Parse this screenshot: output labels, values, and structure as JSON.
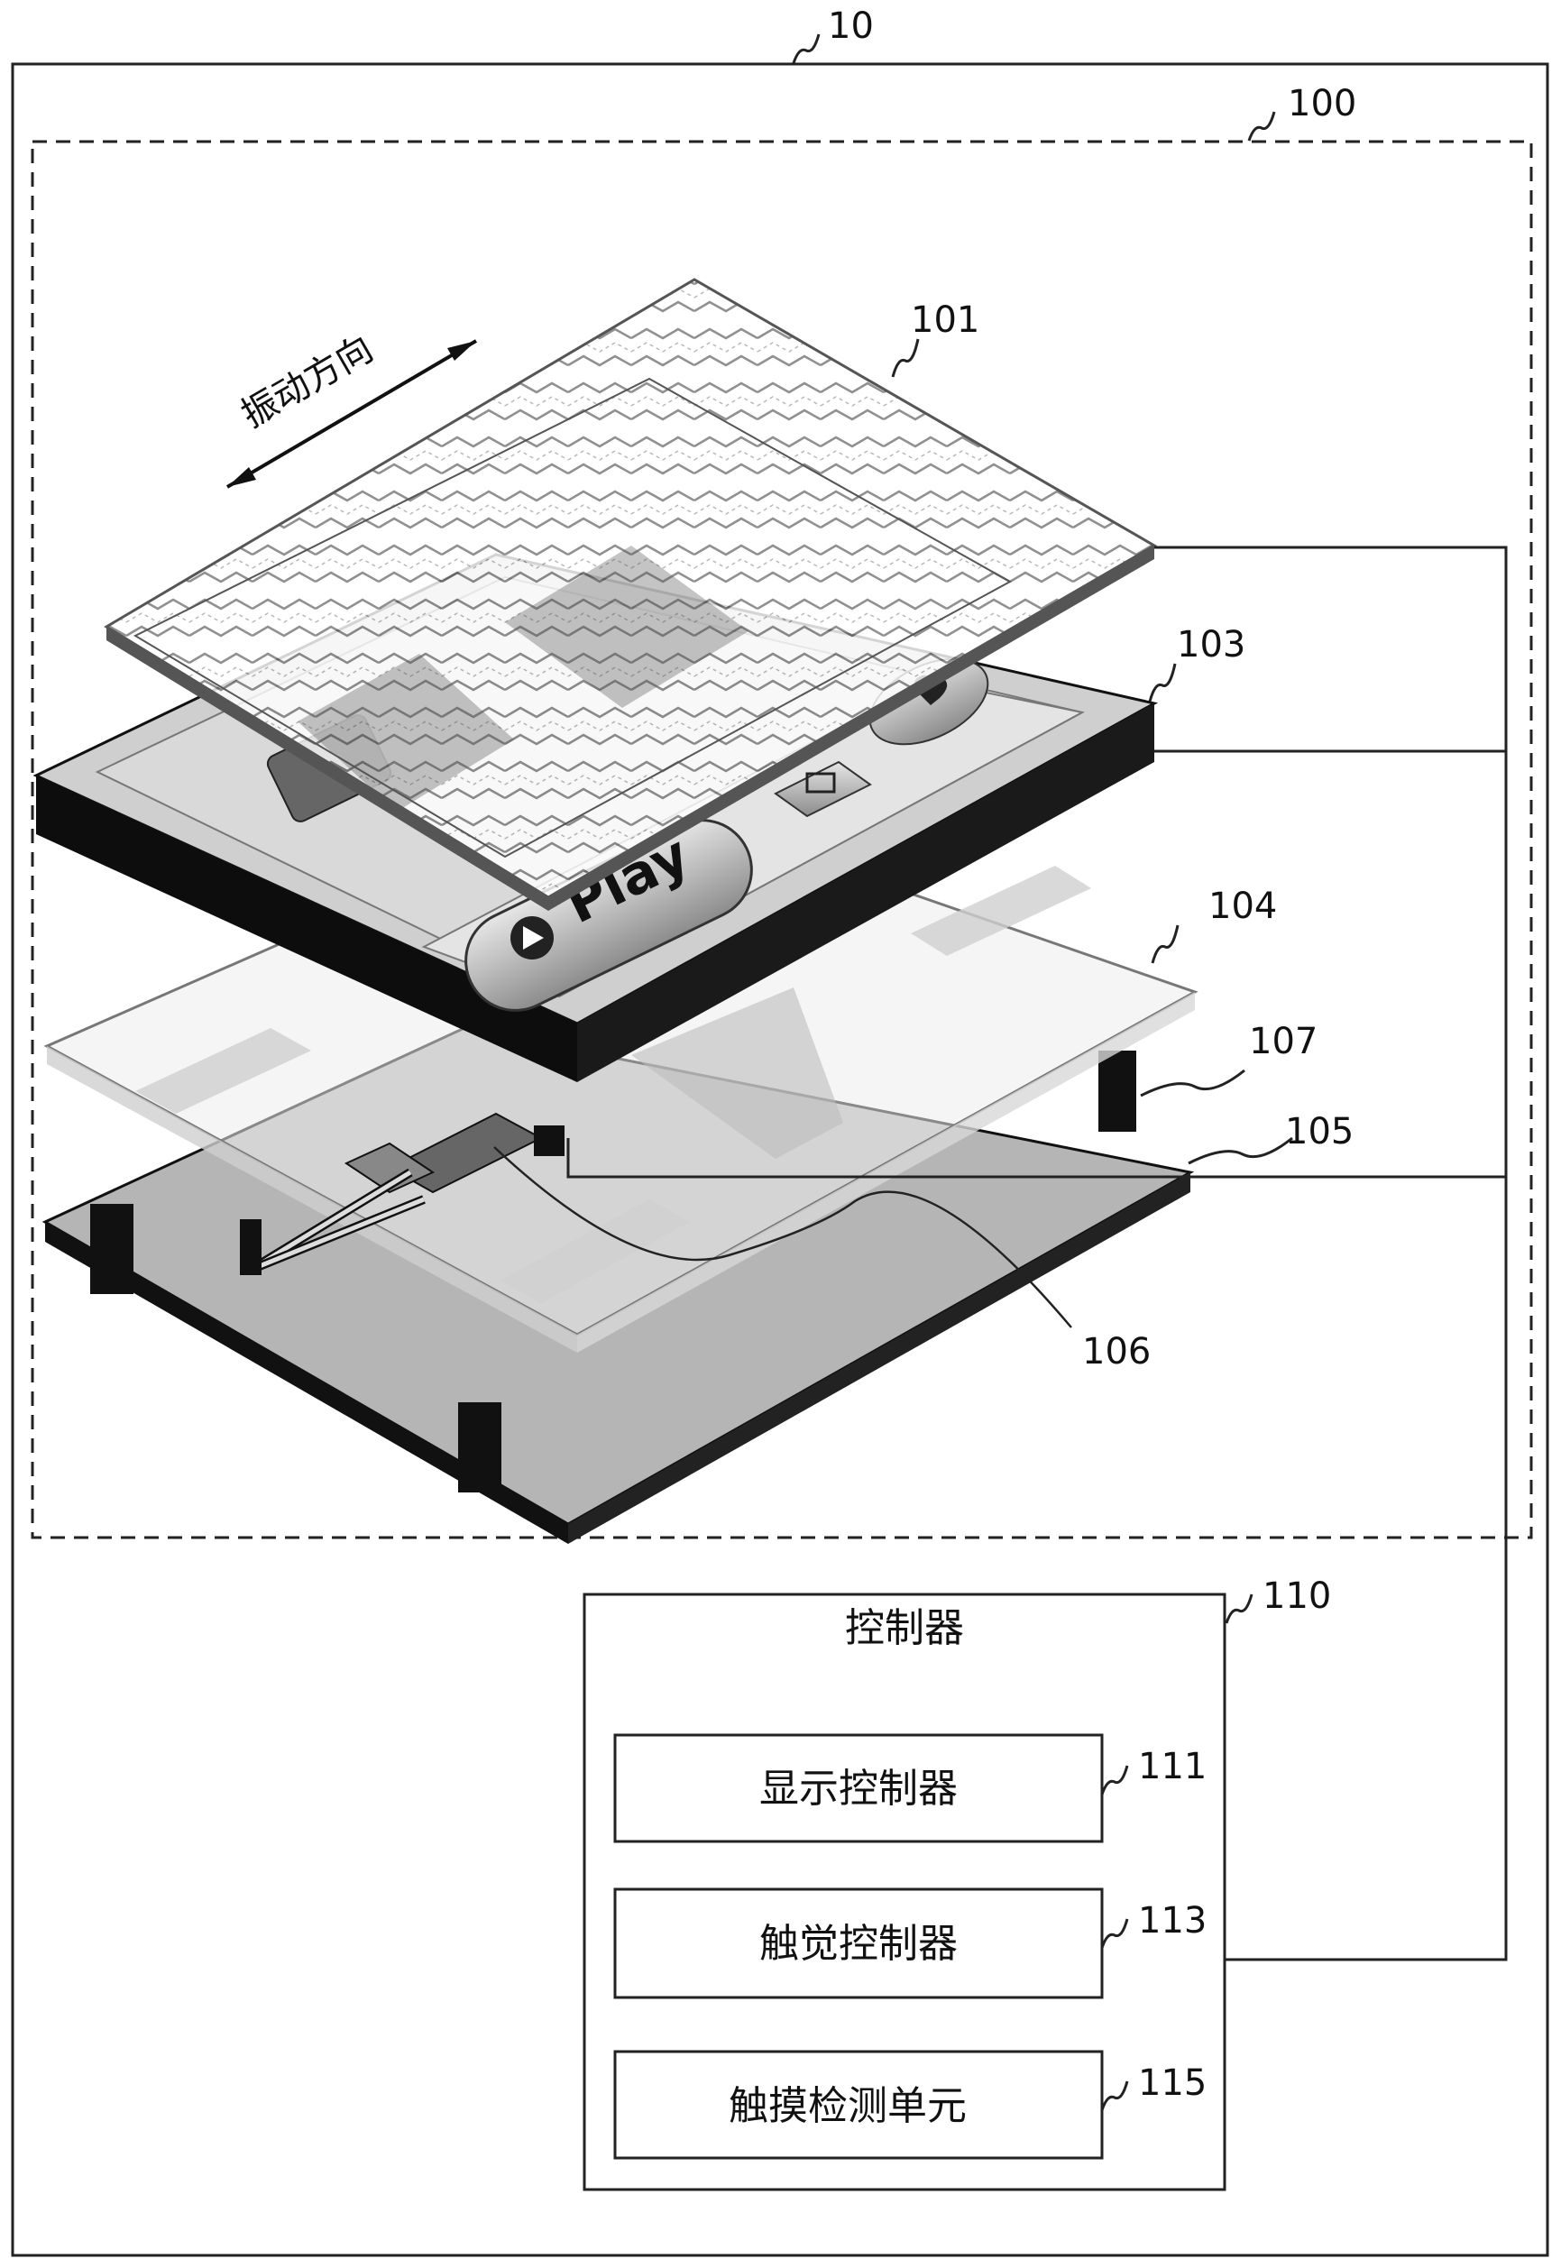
{
  "refs": {
    "device": "10",
    "module": "100",
    "layer_top": "101",
    "layer_display": "103",
    "layer_bars": "104",
    "base_plate": "105",
    "actuator": "106",
    "post": "107",
    "controller": "110",
    "display_controller": "111",
    "haptic_controller": "113",
    "touch_detection": "115"
  },
  "labels": {
    "vibration_direction": "振动方向",
    "play_button": "Play",
    "controller_title": "控制器",
    "display_controller": "显示控制器",
    "haptic_controller": "触觉控制器",
    "touch_detection": "触摸检测单元"
  }
}
